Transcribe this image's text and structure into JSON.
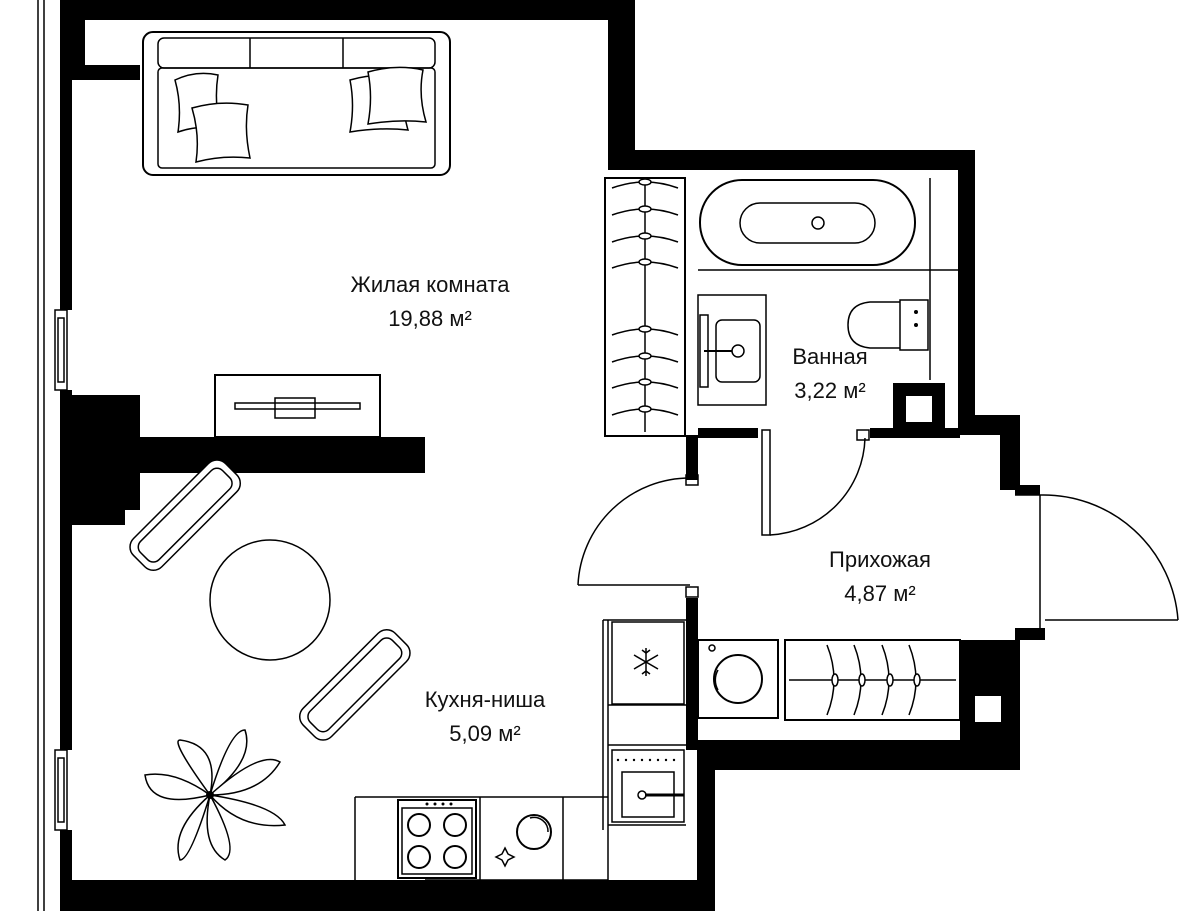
{
  "floorplan": {
    "rooms": [
      {
        "id": "living",
        "name": "Жилая комната",
        "area": "19,88 м²"
      },
      {
        "id": "bath",
        "name": "Ванная",
        "area": "3,22 м²"
      },
      {
        "id": "hall",
        "name": "Прихожая",
        "area": "4,87 м²"
      },
      {
        "id": "kitchen",
        "name": "Кухня-ниша",
        "area": "5,09 м²"
      }
    ],
    "colors": {
      "wall": "#000000",
      "background": "#ffffff",
      "line": "#000000"
    },
    "icons": [
      "snowflake-icon",
      "sofa",
      "bathtub",
      "toilet",
      "sink",
      "washing-machine",
      "stove",
      "dishwasher",
      "dining-table",
      "plant",
      "wardrobe",
      "tv-stand"
    ]
  }
}
